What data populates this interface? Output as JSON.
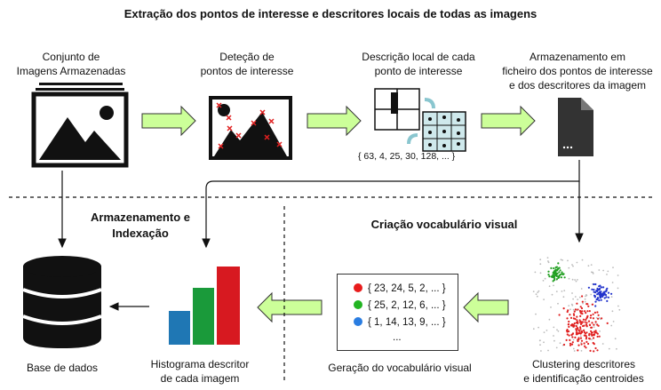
{
  "title": "Extração dos pontos de interesse e descritores locais de todas as imagens",
  "steps": {
    "images": "Conjunto de\nImagens Armazenadas",
    "detection": "Deteção de\npontos de interesse",
    "description": "Descrição local de cada\nponto de interesse",
    "storage": "Armazenamento em\nficheiro dos pontos de interesse\ne dos descritores da imagem",
    "descriptor_vector": "{ 63, 4, 25, 30, 128, ... }"
  },
  "sections": {
    "indexing": "Armazenamento\ne Indexação",
    "vocabulary": "Criação vocabulário visual"
  },
  "bottom": {
    "database": "Base de dados",
    "histogram": "Histograma descritor\nde cada imagem",
    "vocab_generation": "Geração do vocabulário visual",
    "clustering": "Clustering descritores\ne identificação centroides"
  },
  "vocab_list": [
    {
      "text": "{ 23, 24, 5, 2, ... }",
      "color": "#e81c1c"
    },
    {
      "text": "{ 25, 2, 12, 6, ... }",
      "color": "#22b422"
    },
    {
      "text": "{ 1, 14, 13, 9, ... }",
      "color": "#2a7de1"
    }
  ],
  "vocab_ellipsis": "...",
  "colors": {
    "arrow_fill": "#ccff99",
    "arrow_stroke": "#333333",
    "hist_blue": "#1f77b4",
    "hist_green": "#1a9a3a",
    "hist_red": "#d71920",
    "cluster_red": "#e02020",
    "cluster_green": "#22a022",
    "cluster_blue": "#2233cc"
  }
}
